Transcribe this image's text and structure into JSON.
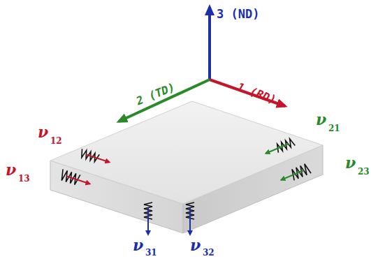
{
  "diagram": {
    "labels": [
      "3 (ND)",
      "2 (TD)",
      "1 (RD)",
      "ν",
      "12",
      "ν",
      "13",
      "ν",
      "21",
      "ν",
      "23",
      "ν",
      "31",
      "ν",
      "32"
    ]
  }
}
